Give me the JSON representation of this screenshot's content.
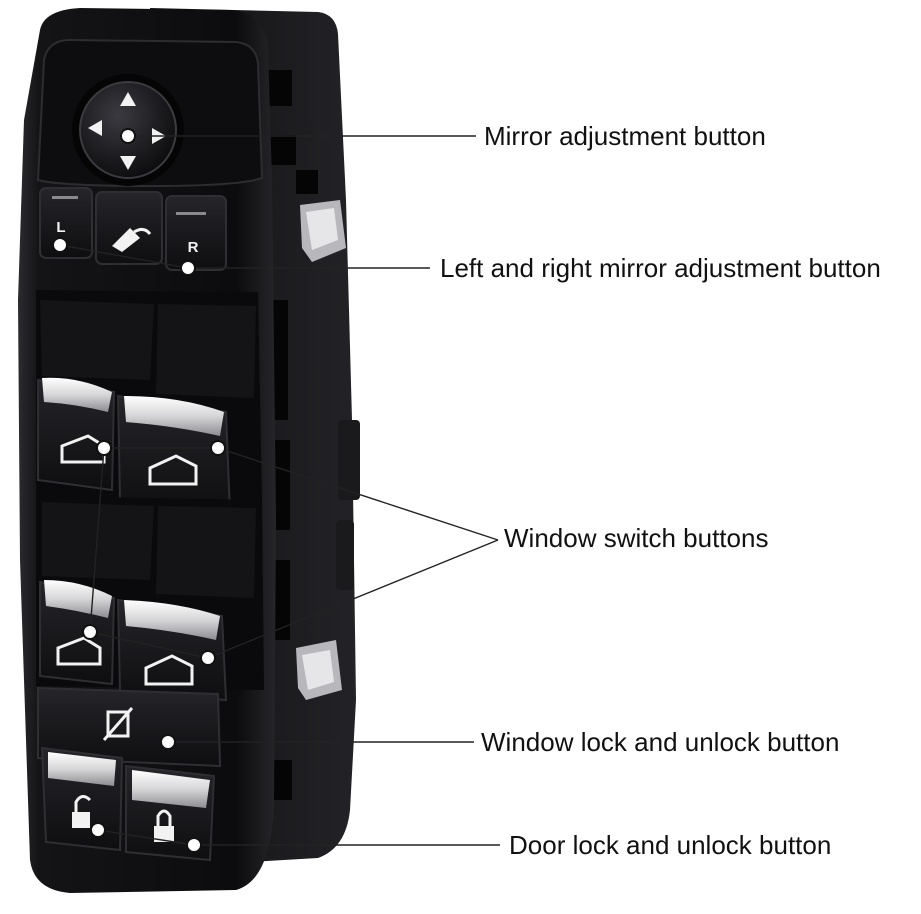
{
  "colors": {
    "body": "#111113",
    "body_edge": "#2a2a2e",
    "chrome": "#e8e8ea",
    "icon": "#f2f2f2",
    "leader": "#222222"
  },
  "buttons": {
    "mirror_left_key": "L",
    "mirror_right_key": "R"
  },
  "icons": [
    "arrow-up-icon",
    "arrow-down-icon",
    "arrow-left-icon",
    "arrow-right-icon",
    "mirror-fold-icon",
    "window-icon",
    "window-lock-icon",
    "door-unlock-icon",
    "door-lock-icon"
  ],
  "callouts": {
    "mirror_adjustment": "Mirror adjustment button",
    "left_right_mirror": "Left and right mirror adjustment button",
    "window_switch": "Window switch buttons",
    "window_lock": "Window lock and unlock button",
    "door_lock": "Door lock and unlock button"
  }
}
